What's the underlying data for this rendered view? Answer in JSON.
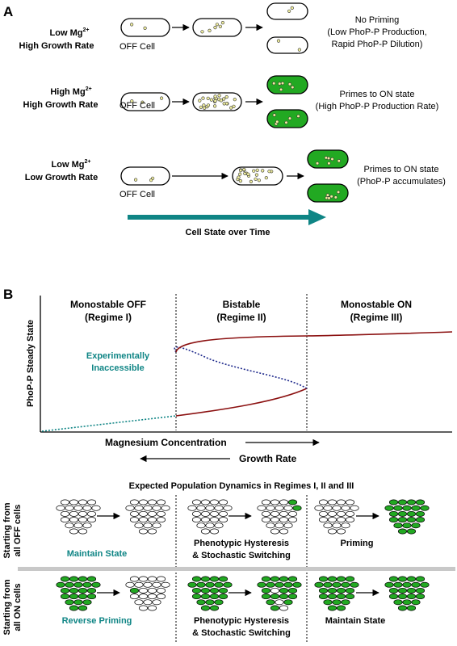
{
  "panel_a": {
    "letter": "A",
    "rows": [
      {
        "condition_line1": "Low Mg",
        "condition_line1_sup": "2+",
        "condition_line2": "High Growth Rate",
        "start_label": "OFF Cell",
        "outcome_line1": "No Priming",
        "outcome_line2": "(Low PhoP-P Production,",
        "outcome_line3": "Rapid PhoP-P Dilution)"
      },
      {
        "condition_line1": "High Mg",
        "condition_line1_sup": "2+",
        "condition_line2": "High Growth Rate",
        "start_label": "OFF Cell",
        "outcome_line1": "Primes to ON state",
        "outcome_line2": "(High PhoP-P Production Rate)"
      },
      {
        "condition_line1": "Low Mg",
        "condition_line1_sup": "2+",
        "condition_line2": "Low Growth Rate",
        "start_label": "OFF Cell",
        "outcome_line1": "Primes to ON state",
        "outcome_line2": "(PhoP-P accumulates)"
      }
    ],
    "time_arrow_label": "Cell State over Time"
  },
  "panel_b": {
    "letter": "B",
    "regimes": [
      {
        "line1": "Monostable OFF",
        "line2": "(Regime I)"
      },
      {
        "line1": "Bistable",
        "line2": "(Regime II)"
      },
      {
        "line1": "Monostable ON",
        "line2": "(Regime III)"
      }
    ],
    "ylabel": "PhoP-P Steady State",
    "inaccessible_line1": "Experimentally",
    "inaccessible_line2": "Inaccessible",
    "xlabel": "Magnesium Concentration",
    "xlabel2": "Growth Rate"
  },
  "population": {
    "title": "Expected Population Dynamics in Regimes I, II and III",
    "row1_label_line1": "Starting from",
    "row1_label_line2": "all OFF cells",
    "row2_label_line1": "Starting from",
    "row2_label_line2": "all ON cells",
    "row1_captions": [
      {
        "line1": "Maintain State",
        "line2": ""
      },
      {
        "line1": "Phenotypic Hysteresis",
        "line2": "& Stochastic Switching"
      },
      {
        "line1": "Priming",
        "line2": ""
      }
    ],
    "row2_captions": [
      {
        "line1": "Reverse Priming",
        "line2": ""
      },
      {
        "line1": "Phenotypic Hysteresis",
        "line2": "& Stochastic Switching"
      },
      {
        "line1": "Maintain State",
        "line2": ""
      }
    ]
  },
  "colors": {
    "on_cell": "#22a922",
    "teal": "#0f8585",
    "dark_red": "#8b1010",
    "navy_dotted": "#1f2a8c",
    "granule": "#f2f0a0"
  }
}
